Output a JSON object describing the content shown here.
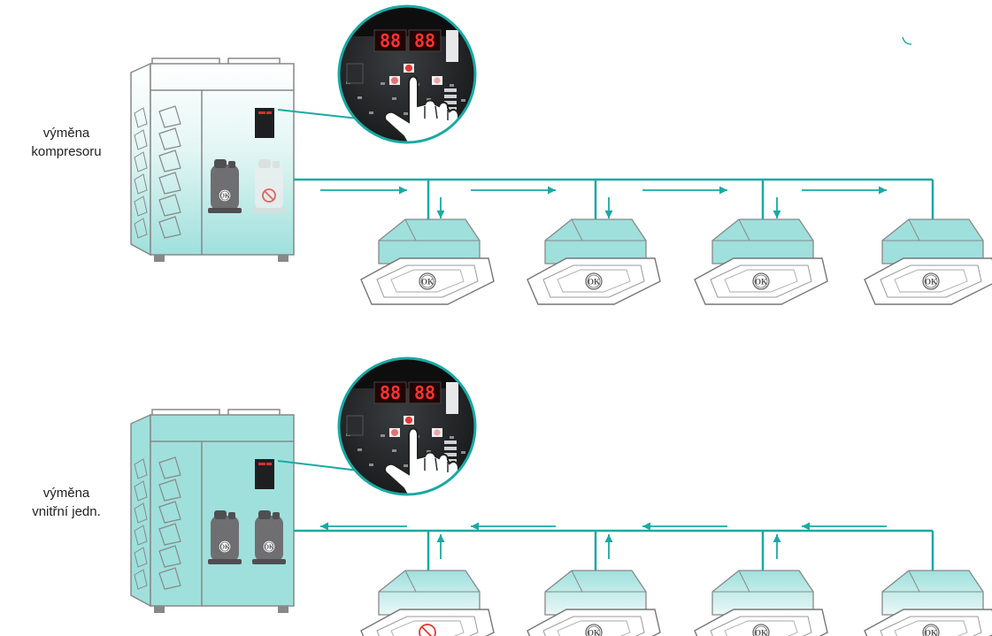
{
  "colors": {
    "accent": "#1aa9a4",
    "unit_light": "#c9efec",
    "unit_full": "#9fe0dc",
    "fault": "#e53935"
  },
  "scenario_compressor": {
    "label_line1": "výměna",
    "label_line2": "kompresoru",
    "flow_direction": "outdoor-to-indoor",
    "outdoor_compressors": [
      {
        "state": "ok",
        "badge": "OK"
      },
      {
        "state": "fault",
        "badge": ""
      }
    ],
    "indoor_units": [
      {
        "state": "ok",
        "badge": "OK"
      },
      {
        "state": "ok",
        "badge": "OK"
      },
      {
        "state": "ok",
        "badge": "OK"
      },
      {
        "state": "ok",
        "badge": "OK"
      }
    ],
    "display": {
      "digits_left": "88",
      "digits_right": "88"
    }
  },
  "scenario_indoor": {
    "label_line1": "výměna",
    "label_line2": "vnitřní jedn.",
    "flow_direction": "indoor-to-outdoor",
    "outdoor_compressors": [
      {
        "state": "ok",
        "badge": "OK"
      },
      {
        "state": "ok",
        "badge": "OK"
      }
    ],
    "indoor_units": [
      {
        "state": "fault",
        "badge": ""
      },
      {
        "state": "ok",
        "badge": "OK"
      },
      {
        "state": "ok",
        "badge": "OK"
      },
      {
        "state": "ok",
        "badge": "OK"
      }
    ],
    "display": {
      "digits_left": "88",
      "digits_right": "88"
    }
  },
  "icons": [
    "compressor-icon",
    "no-entry-icon",
    "ok-badge-icon",
    "hand-pointer-icon",
    "control-board-icon",
    "cassette-unit-icon",
    "arrow-icon"
  ]
}
